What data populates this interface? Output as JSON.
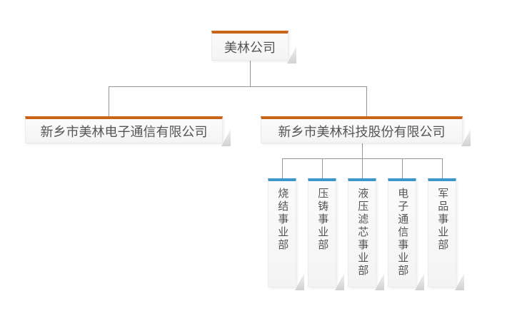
{
  "org": {
    "root": {
      "label": "美林公司"
    },
    "children": [
      {
        "label": "新乡市美林电子通信有限公司"
      },
      {
        "label": "新乡市美林科技股份有限公司",
        "children": [
          {
            "label": "烧结事业部"
          },
          {
            "label": "压铸事业部"
          },
          {
            "label": "液压滤芯事业部"
          },
          {
            "label": "电子通信事业部"
          },
          {
            "label": "军品事业部"
          }
        ]
      }
    ]
  },
  "colors": {
    "company_accent": "#c96519",
    "division_accent": "#3d97cd",
    "connector_line": "#949494",
    "card_background": "#f7f7f7",
    "text": "#555555",
    "page_background": "#ffffff"
  }
}
